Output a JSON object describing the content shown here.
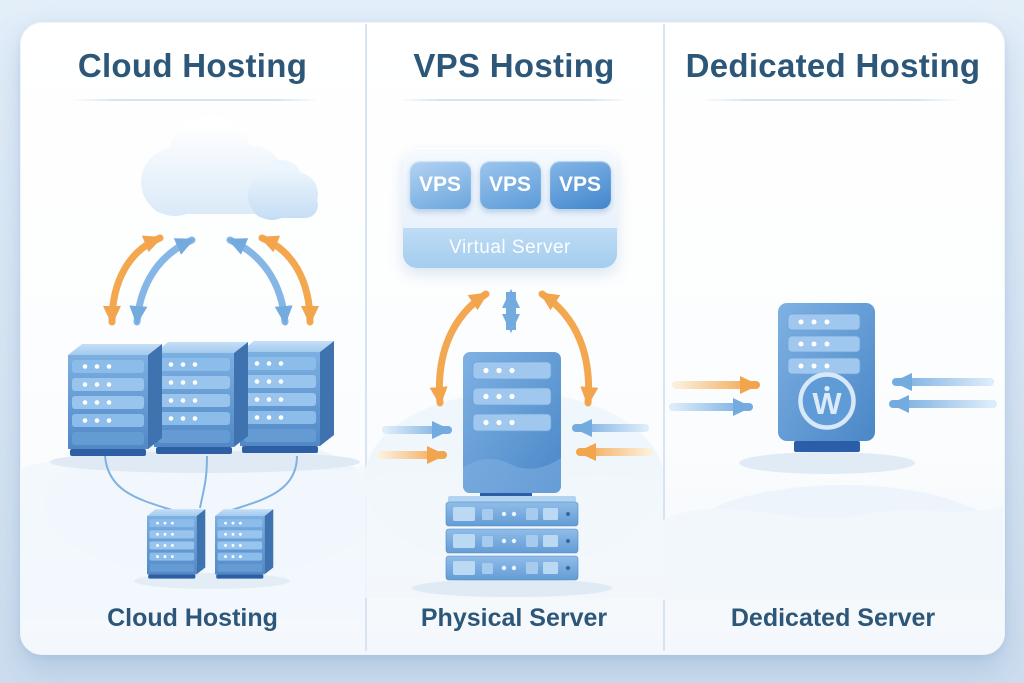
{
  "panels": [
    {
      "id": "cloud-hosting",
      "title": "Cloud Hosting",
      "caption": "Cloud Hosting",
      "icons": [
        "cloud-icon",
        "bidirectional-curved-arrows",
        "server-tower-icons",
        "mini-server-icons",
        "network-connector-lines"
      ]
    },
    {
      "id": "vps-hosting",
      "title": "VPS Hosting",
      "caption": "Physical Server",
      "vps_box": {
        "chips": [
          "VPS",
          "VPS",
          "VPS"
        ],
        "label": "Virtual Server"
      },
      "icons": [
        "double-headed-arrow",
        "curved-arrows",
        "traffic-arrows",
        "tower-server-icon",
        "rack-server-icon"
      ]
    },
    {
      "id": "dedicated-hosting",
      "title": "Dedicated Hosting",
      "caption": "Dedicated Server",
      "logo_letter": "W",
      "icons": [
        "traffic-arrows",
        "dedicated-server-icon",
        "wordpress-logo"
      ]
    }
  ],
  "colors": {
    "page_background": "#d7e5f3",
    "card_background": "#fdfeff",
    "title_text": "#2d5778",
    "caption_text": "#2d5778",
    "arrow_orange": "#f2a54c",
    "arrow_blue": "#74abdf",
    "server_blue": "#5e9ad4",
    "server_base_navy": "#2b5da8",
    "vps_chip_dark": "#4286cc",
    "virtual_strip_blue": "#aed3f0"
  }
}
